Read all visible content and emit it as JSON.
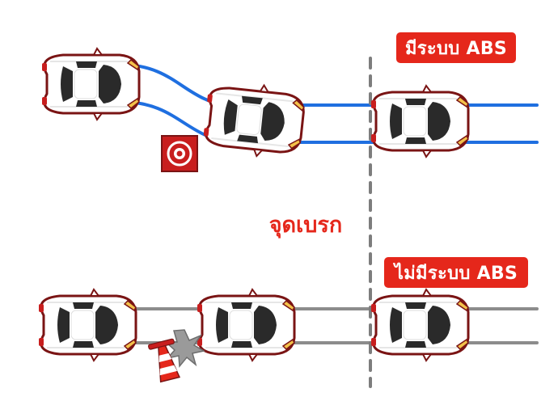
{
  "labels": {
    "with_abs": "มีระบบ ABS",
    "without_abs": "ไม่มีระบบ ABS",
    "brake_point": "จุดเบรก"
  },
  "icons": {
    "brake_marker": "target-icon",
    "obstacle": "traffic-cone-icon",
    "impact": "collision-burst-icon"
  },
  "colors": {
    "badge": "#e5271b",
    "abs_track": "#1f6fe0",
    "no_abs_track": "#8c8c8c",
    "car_body": "#ffffff",
    "car_outline": "#7a1414",
    "window": "#2a2a2a",
    "marker_red": "#c81e1e",
    "divider": "#7d7d7d"
  }
}
